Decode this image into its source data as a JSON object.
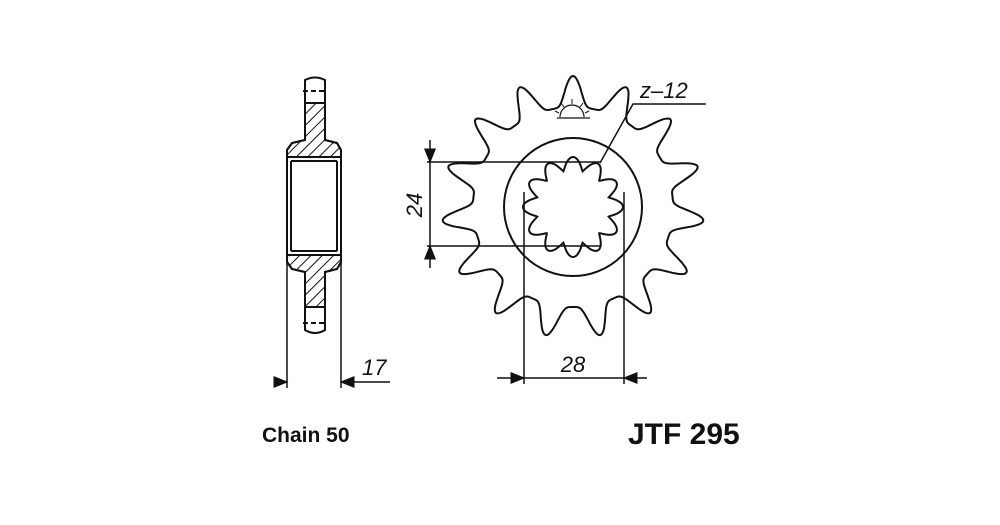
{
  "drawing": {
    "tooth_count_label": "z–12",
    "dim_bore_height": "24",
    "dim_spline_width": "28",
    "dim_thickness": "17",
    "sprocket_teeth": 15,
    "spline_teeth": 12
  },
  "captions": {
    "chain": "Chain 50",
    "part_number": "JTF 295"
  },
  "colors": {
    "line": "#111111",
    "background": "#ffffff"
  }
}
